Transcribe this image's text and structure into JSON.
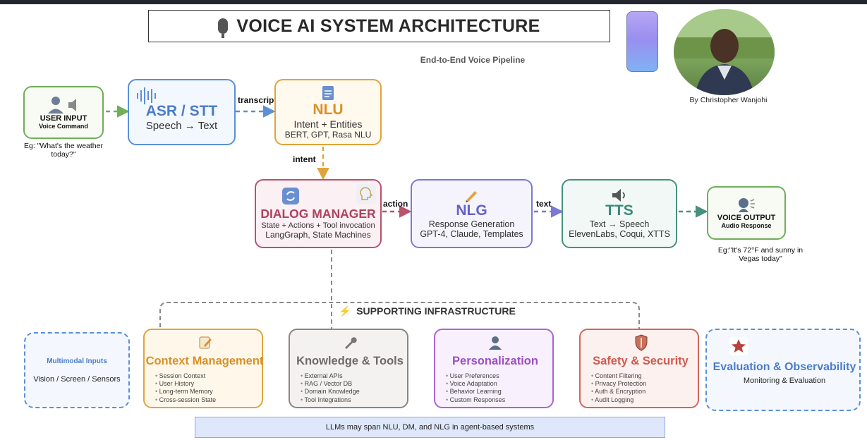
{
  "header": {
    "title": "VOICE AI SYSTEM ARCHITECTURE",
    "subtitle": "End-to-End Voice Pipeline",
    "author": "By Christopher Wanjohi"
  },
  "pipeline": {
    "user_input": {
      "title": "USER INPUT",
      "subtitle": "Voice Command",
      "example": "Eg: \"What's the weather today?\""
    },
    "asr": {
      "title": "ASR / STT",
      "subtitle": "Speech → Text"
    },
    "nlu": {
      "title": "NLU",
      "line1": "Intent + Entities",
      "line2": "BERT, GPT, Rasa NLU"
    },
    "dialog": {
      "title": "DIALOG MANAGER",
      "line1": "State + Actions + Tool invocation",
      "line2": "LangGraph, State Machines"
    },
    "nlg": {
      "title": "NLG",
      "line1": "Response Generation",
      "line2": "GPT-4, Claude, Templates"
    },
    "tts": {
      "title": "TTS",
      "line1": "Text → Speech",
      "line2": "ElevenLabs, Coqui, XTTS"
    },
    "voice_output": {
      "title": "VOICE OUTPUT",
      "subtitle": "Audio Response",
      "example": "Eg:\"It's 72°F and sunny in Vegas today\""
    }
  },
  "edges": {
    "transcript": "transcript",
    "intent": "intent",
    "action": "action",
    "text": "text"
  },
  "infrastructure": {
    "label": "SUPPORTING INFRASTRUCTURE",
    "multimodal": {
      "title": "Multimodal Inputs",
      "desc": "Vision / Screen / Sensors"
    },
    "context": {
      "title": "Context Management",
      "items": [
        "Session Context",
        "User History",
        "Long-term Memory",
        "Cross-session State"
      ]
    },
    "knowledge": {
      "title": "Knowledge & Tools",
      "items": [
        "External APIs",
        "RAG / Vector DB",
        "Domain Knowledge",
        "Tool Integrations"
      ]
    },
    "personalization": {
      "title": "Personalization",
      "items": [
        "User Preferences",
        "Voice Adaptation",
        "Behavior Learning",
        "Custom Responses"
      ]
    },
    "safety": {
      "title": "Safety & Security",
      "items": [
        "Content Filtering",
        "Privacy Protection",
        "Auth & Encryption",
        "Audit Logging"
      ]
    },
    "evaluation": {
      "title": "Evaluation & Observability",
      "desc": "Monitoring & Evaluation"
    }
  },
  "footer": {
    "note": "LLMs may span NLU, DM, and NLG in agent-based systems"
  },
  "colors": {
    "green": "#6fae5a",
    "blue": "#5b8fd8",
    "orange": "#e1a43c",
    "red": "#b8536b",
    "purple": "#7b79d6",
    "teal": "#46907e",
    "context": "#e1a43c",
    "knowledge": "#7a7570",
    "personalization": "#9b4fc4",
    "safety": "#d2655a"
  }
}
